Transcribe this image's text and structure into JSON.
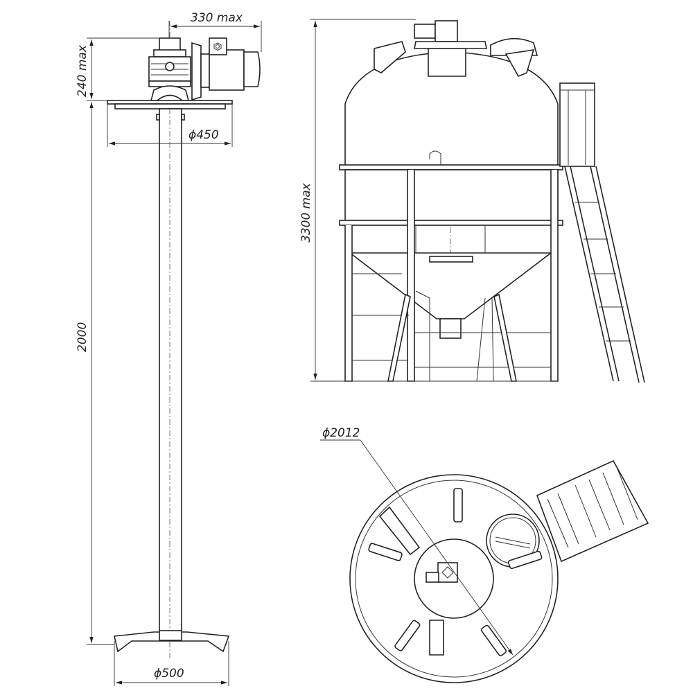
{
  "drawing": {
    "side_view_mixer": {
      "dim_width": "330 max",
      "dim_height_top": "240 max",
      "dim_plate_diameter": "ϕ450",
      "dim_shaft_length": "2000",
      "dim_impeller_diameter": "ϕ500"
    },
    "tank_front_view": {
      "dim_height": "3300 max"
    },
    "tank_top_view": {
      "dim_diameter": "ϕ2012"
    }
  }
}
